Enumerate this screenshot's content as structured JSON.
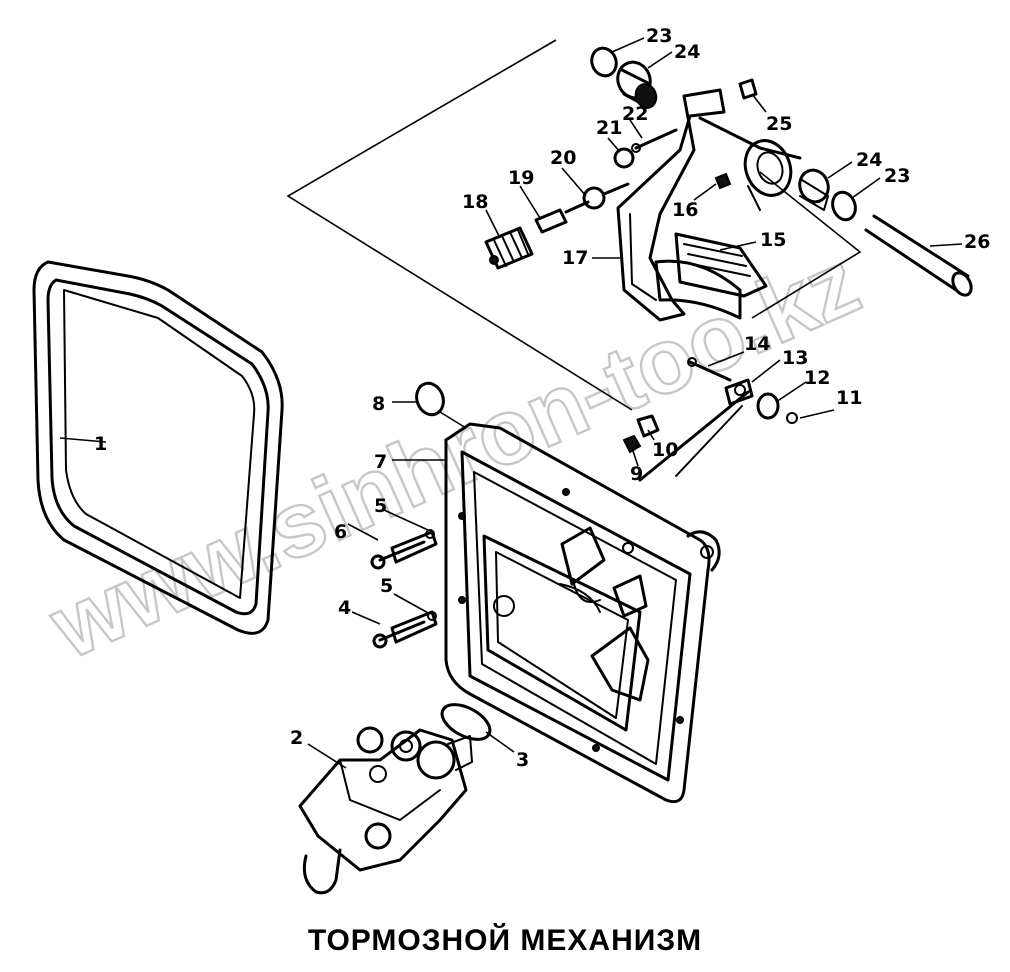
{
  "caption": "ТОРМОЗНОЙ МЕХАНИЗМ",
  "watermark": "www.sinhron-too.kz",
  "part_numbers": {
    "p1": "1",
    "p2": "2",
    "p3": "3",
    "p4": "4",
    "p5a": "5",
    "p5b": "5",
    "p6": "6",
    "p7": "7",
    "p8": "8",
    "p9": "9",
    "p10": "10",
    "p11": "11",
    "p12": "12",
    "p13": "13",
    "p14": "14",
    "p15": "15",
    "p16": "16",
    "p17": "17",
    "p18": "18",
    "p19": "19",
    "p20": "20",
    "p21": "21",
    "p22": "22",
    "p23a": "23",
    "p23b": "23",
    "p24a": "24",
    "p24b": "24",
    "p25": "25",
    "p26": "26"
  }
}
